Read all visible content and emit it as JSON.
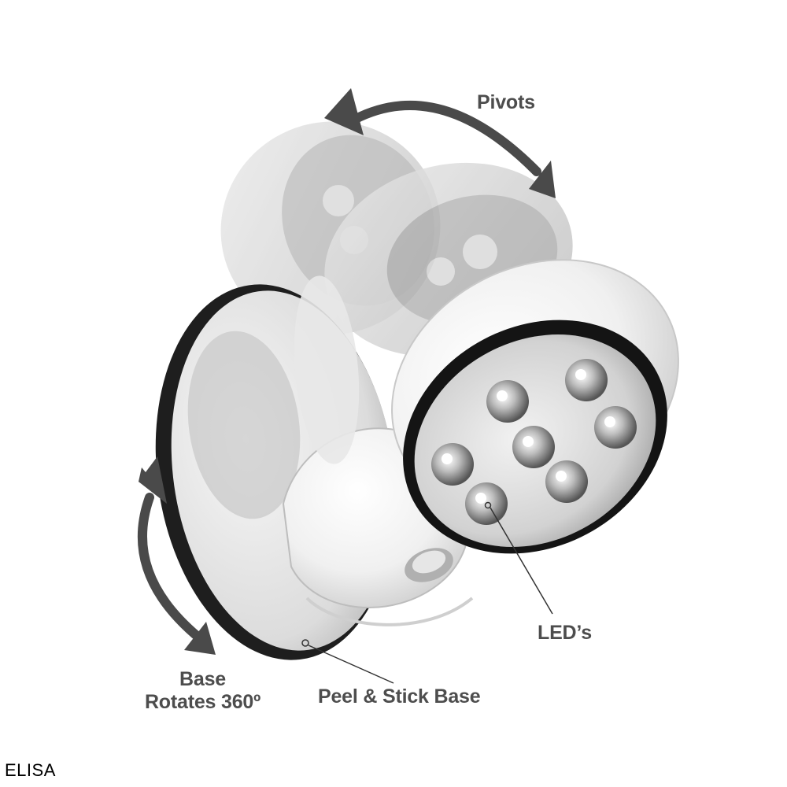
{
  "labels": {
    "pivots": "Pivots",
    "leds": "LED’s",
    "base_line1": "Base",
    "base_line2": "Rotates 360º",
    "peel_stick": "Peel & Stick Base"
  },
  "watermark": "ELISA",
  "colors": {
    "background": "#ffffff",
    "arrow": "#4a4a4a",
    "label_text": "#4d4d4d",
    "body": "#f4f4f4",
    "body_shadow": "#cfcfcf",
    "ring": "#151515",
    "led_lens": "#6f6f6f"
  },
  "icons": {
    "pivots_arrow": "curved-double-arrow-icon",
    "base_arrow": "curved-double-arrow-icon"
  }
}
